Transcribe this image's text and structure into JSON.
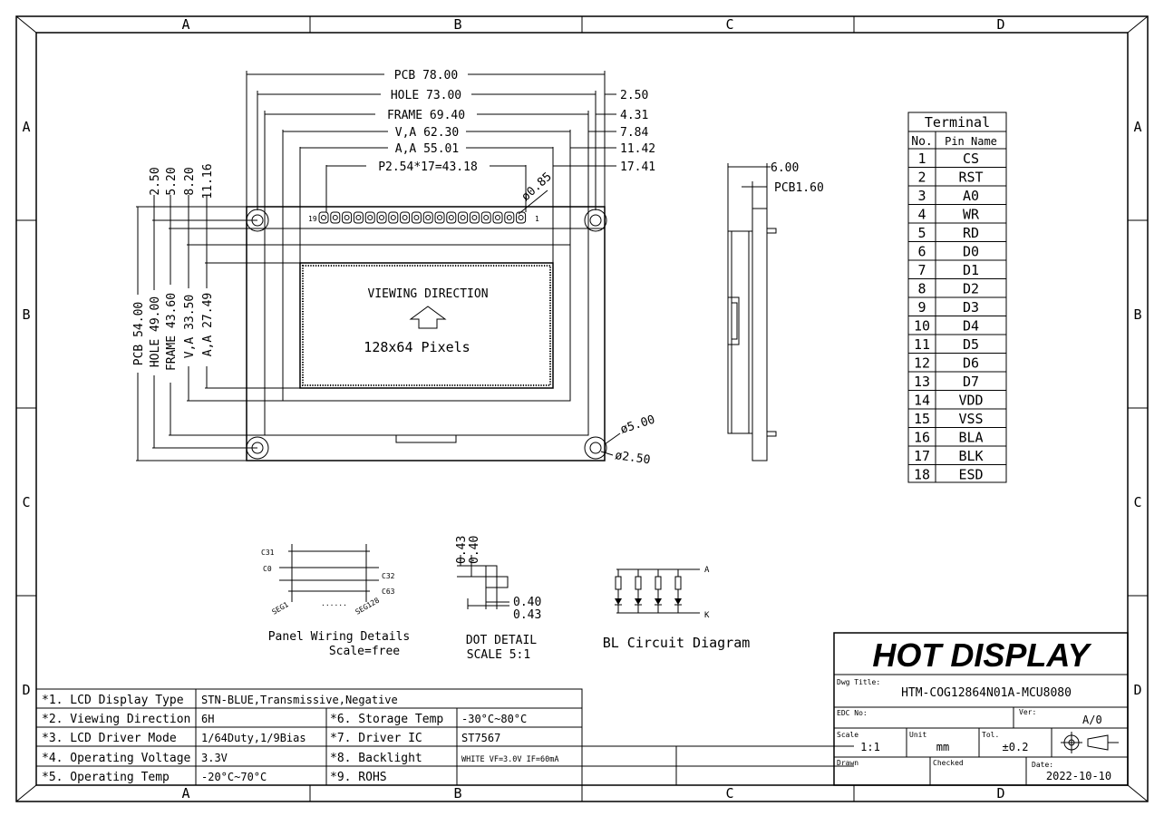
{
  "zones": {
    "columns": [
      "A",
      "B",
      "C",
      "D"
    ],
    "rows": [
      "A",
      "B",
      "C",
      "D"
    ]
  },
  "dims_top": [
    {
      "label": "PCB 78.00",
      "right": ""
    },
    {
      "label": "HOLE 73.00",
      "right": "2.50"
    },
    {
      "label": "FRAME 69.40",
      "right": "4.31"
    },
    {
      "label": "V,A 62.30",
      "right": "7.84"
    },
    {
      "label": "A,A 55.01",
      "right": "11.42"
    },
    {
      "label": "P2.54*17=43.18",
      "right": "17.41"
    }
  ],
  "dims_left": [
    {
      "label": "PCB 54.00"
    },
    {
      "label": "HOLE 49.00"
    },
    {
      "label": "FRAME 43.60"
    },
    {
      "label": "V,A 33.50"
    },
    {
      "label": "A,A 27.49"
    }
  ],
  "dims_left_top": [
    "2.50",
    "5.20",
    "8.20",
    "11.16"
  ],
  "pin_hole_label": "ø0.85",
  "pin_first": "19",
  "pin_last": "1",
  "viewing_text": "VIEWING DIRECTION",
  "pixels_text": "128x64 Pixels",
  "mount_hole_big": "ø5.00",
  "mount_hole_small": "ø2.50",
  "side_view": {
    "thickness": "6.00",
    "pcb": "PCB1.60"
  },
  "terminal": {
    "title": "Terminal",
    "col_no": "No.",
    "col_name": "Pin Name",
    "rows": [
      {
        "no": "1",
        "name": "CS"
      },
      {
        "no": "2",
        "name": "RST"
      },
      {
        "no": "3",
        "name": "A0"
      },
      {
        "no": "4",
        "name": "WR"
      },
      {
        "no": "5",
        "name": "RD"
      },
      {
        "no": "6",
        "name": "D0"
      },
      {
        "no": "7",
        "name": "D1"
      },
      {
        "no": "8",
        "name": "D2"
      },
      {
        "no": "9",
        "name": "D3"
      },
      {
        "no": "10",
        "name": "D4"
      },
      {
        "no": "11",
        "name": "D5"
      },
      {
        "no": "12",
        "name": "D6"
      },
      {
        "no": "13",
        "name": "D7"
      },
      {
        "no": "14",
        "name": "VDD"
      },
      {
        "no": "15",
        "name": "VSS"
      },
      {
        "no": "16",
        "name": "BLA"
      },
      {
        "no": "17",
        "name": "BLK"
      },
      {
        "no": "18",
        "name": "ESD"
      }
    ]
  },
  "panel_wiring": {
    "c31": "C31",
    "c0": "C0",
    "c32": "C32",
    "c63": "C63",
    "seg1": "SEG1",
    "seg128": "SEG128",
    "dots": "......",
    "title": "Panel Wiring Details",
    "scale": "Scale=free"
  },
  "dot_detail": {
    "v1": "0.43",
    "v2": "0.40",
    "h1": "0.40",
    "h2": "0.43",
    "title": "DOT DETAIL",
    "scale": "SCALE 5:1"
  },
  "bl_circuit": {
    "anode": "A",
    "cathode": "K",
    "title": "BL Circuit Diagram"
  },
  "specs": [
    {
      "l1": "*1. LCD Display Type",
      "v1": "STN-BLUE,Transmissive,Negative",
      "l2": "",
      "v2": ""
    },
    {
      "l1": "*2. Viewing Direction",
      "v1": "6H",
      "l2": "*6. Storage Temp",
      "v2": "-30°C~80°C"
    },
    {
      "l1": "*3. LCD Driver Mode",
      "v1": "1/64Duty,1/9Bias",
      "l2": "*7. Driver IC",
      "v2": "ST7567"
    },
    {
      "l1": "*4. Operating Voltage",
      "v1": "3.3V",
      "l2": "*8. Backlight",
      "v2": "WHITE  VF=3.0V  IF=60mA"
    },
    {
      "l1": "*5. Operating Temp",
      "v1": "-20°C~70°C",
      "l2": "*9. ROHS",
      "v2": ""
    }
  ],
  "title_block": {
    "brand": "HOT DISPLAY",
    "dwg_title_label": "Dwg Title:",
    "dwg_title": "HTM-COG12864N01A-MCU8080",
    "edc_label": "EDC No:",
    "ver_label": "Ver:",
    "ver": "A/0",
    "scale_label": "Scale",
    "scale": "1:1",
    "unit_label": "Unit",
    "unit": "mm",
    "tol_label": "Tol.",
    "tol": "±0.2",
    "drawn_label": "Drawn",
    "checked_label": "Checked",
    "date_label": "Date:",
    "date": "2022-10-10"
  }
}
